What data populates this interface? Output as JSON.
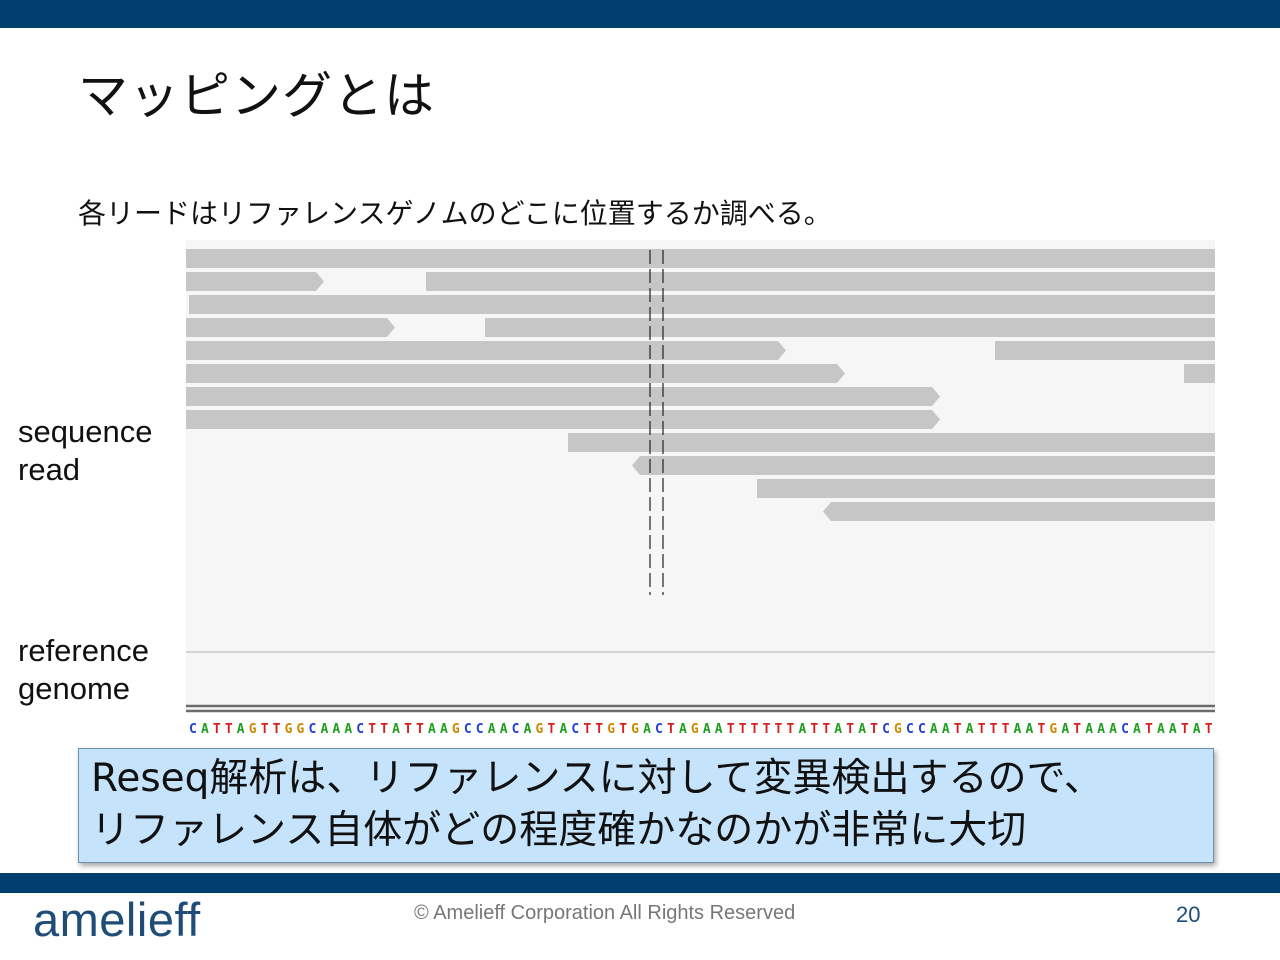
{
  "slide": {
    "title": "マッピングとは",
    "subtitle": "各リードはリファレンスゲノムのどこに位置するか調べる。",
    "label_read": [
      "sequence",
      "read"
    ],
    "label_reference": [
      "reference",
      "genome"
    ],
    "callout": [
      "Reseq解析は、リファレンスに対して変異検出するので、",
      "リファレンス自体がどの程度確かなのかが非常に大切"
    ],
    "logo": "amelieff",
    "copyright": "© Amelieff Corporation All Rights Reserved",
    "page_number": "20"
  },
  "viewer": {
    "reference_sequence": "CATTAGTTGGCAAACTTATTAAGCCAACAGTACTTGTGACTAGAATTTTTTATTATATCGCCAATATTTAATGATAAACATAATATA",
    "base_colors": {
      "A": "#1f9e1f",
      "C": "#1f3fd6",
      "G": "#c98a00",
      "T": "#d62020"
    }
  },
  "colors": {
    "header_bar": "#003f6e",
    "callout_fill": "#c5e3fa",
    "read_fill": "#c6c6c6"
  }
}
